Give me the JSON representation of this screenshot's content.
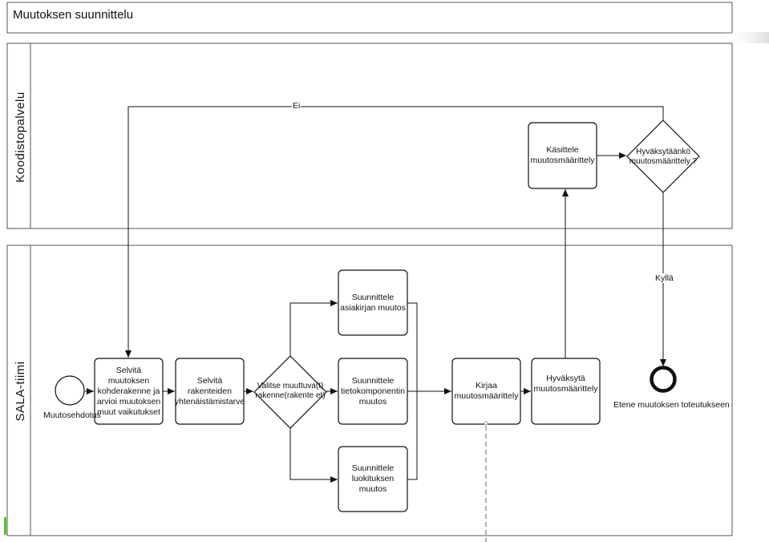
{
  "pool": {
    "title": "Muutoksen suunnittelu"
  },
  "lanes": {
    "top": {
      "label": "Koodistopalvelu"
    },
    "bottom": {
      "label": "SALA-tiimi"
    }
  },
  "events": {
    "start": {
      "label": "Muutosehdotus"
    },
    "end": {
      "label": "Etene muutoksen toteutukseen"
    }
  },
  "tasks": {
    "selvita_muutoksen": {
      "label": "Selvitä muutoksen kohderakenne ja arvioi muutoksen muut vaikutukset"
    },
    "selvita_rakenteiden": {
      "label": "Selvitä rakenteiden yhtenäistämistarve"
    },
    "suunnittele_asiakirjan": {
      "label": "Suunnittele asiakirjan muutos"
    },
    "suunnittele_tieto": {
      "label": "Suunnittele tietokomponentin muutos"
    },
    "suunnittele_luokituksen": {
      "label": "Suunnittele luokituksen muutos"
    },
    "kirjaa": {
      "label": "Kirjaa muutosmäärittely"
    },
    "hyvaksyta": {
      "label": "Hyväksytä muutosmäärittely"
    },
    "kasittele": {
      "label": "Käsittele muutosmäärittely"
    }
  },
  "gateways": {
    "valitse": {
      "label": "Valitse muuttuva(t) rakenne(rakente et)"
    },
    "hyvaksytaanko": {
      "label": "Hyväksytäänkö muutosmäärittely ?"
    }
  },
  "flow_labels": {
    "ei": "Ei",
    "kylla": "Kyllä"
  },
  "colors": {
    "line": "#111111",
    "lane_border": "#555555",
    "accent_bar": "#5cc02e",
    "dashed": "#9a9a9a"
  }
}
